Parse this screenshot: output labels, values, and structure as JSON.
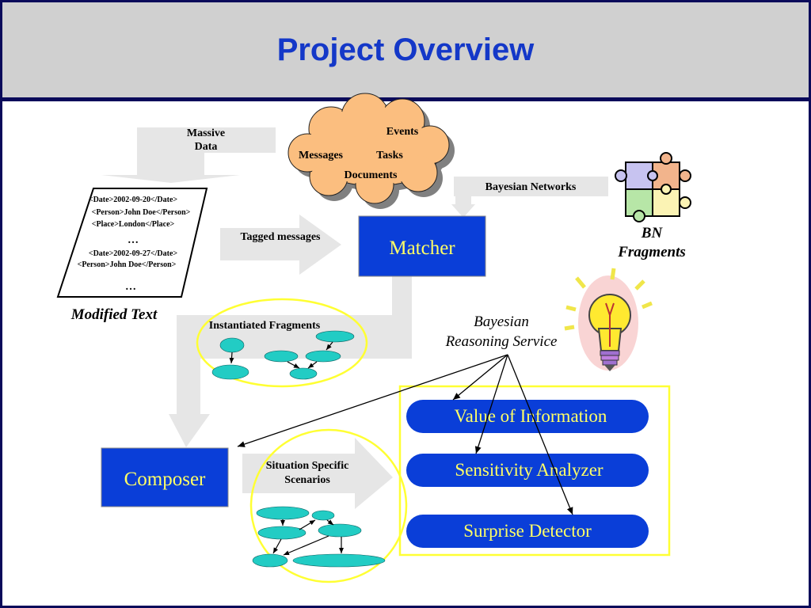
{
  "title": "Project Overview",
  "cloud": {
    "events": "Events",
    "messages": "Messages",
    "tasks": "Tasks",
    "documents": "Documents"
  },
  "massive_data": {
    "line1": "Massive",
    "line2": "Data"
  },
  "bayesian_networks": "Bayesian Networks",
  "modified_text": {
    "lines": [
      "<Date>2002-09-20</Date>",
      "<Person>John Doe</Person>",
      "<Place>London</Place>",
      "…",
      "<Date>2002-09-27</Date>",
      "<Person>John Doe</Person>",
      "…"
    ],
    "caption": "Modified Text"
  },
  "tagged_messages": "Tagged messages",
  "matcher": "Matcher",
  "bn_fragments": {
    "line1": "BN",
    "line2": "Fragments"
  },
  "instantiated_fragments": "Instantiated Fragments",
  "reasoning_service": {
    "line1": "Bayesian",
    "line2": "Reasoning Service"
  },
  "composer": "Composer",
  "situation_scenarios": {
    "line1": "Situation Specific",
    "line2": "Scenarios"
  },
  "modules": [
    "Value of Information",
    "Sensitivity Analyzer",
    "Surprise Detector"
  ],
  "colors": {
    "title": "#1438c8",
    "box_fill": "#0a3ed8",
    "module_text": "#ffff66",
    "arrow_gray": "#e6e6e6",
    "cloud": "#fbbe7f",
    "highlight_ring": "#ffff33",
    "node_teal": "#22ccc4"
  }
}
